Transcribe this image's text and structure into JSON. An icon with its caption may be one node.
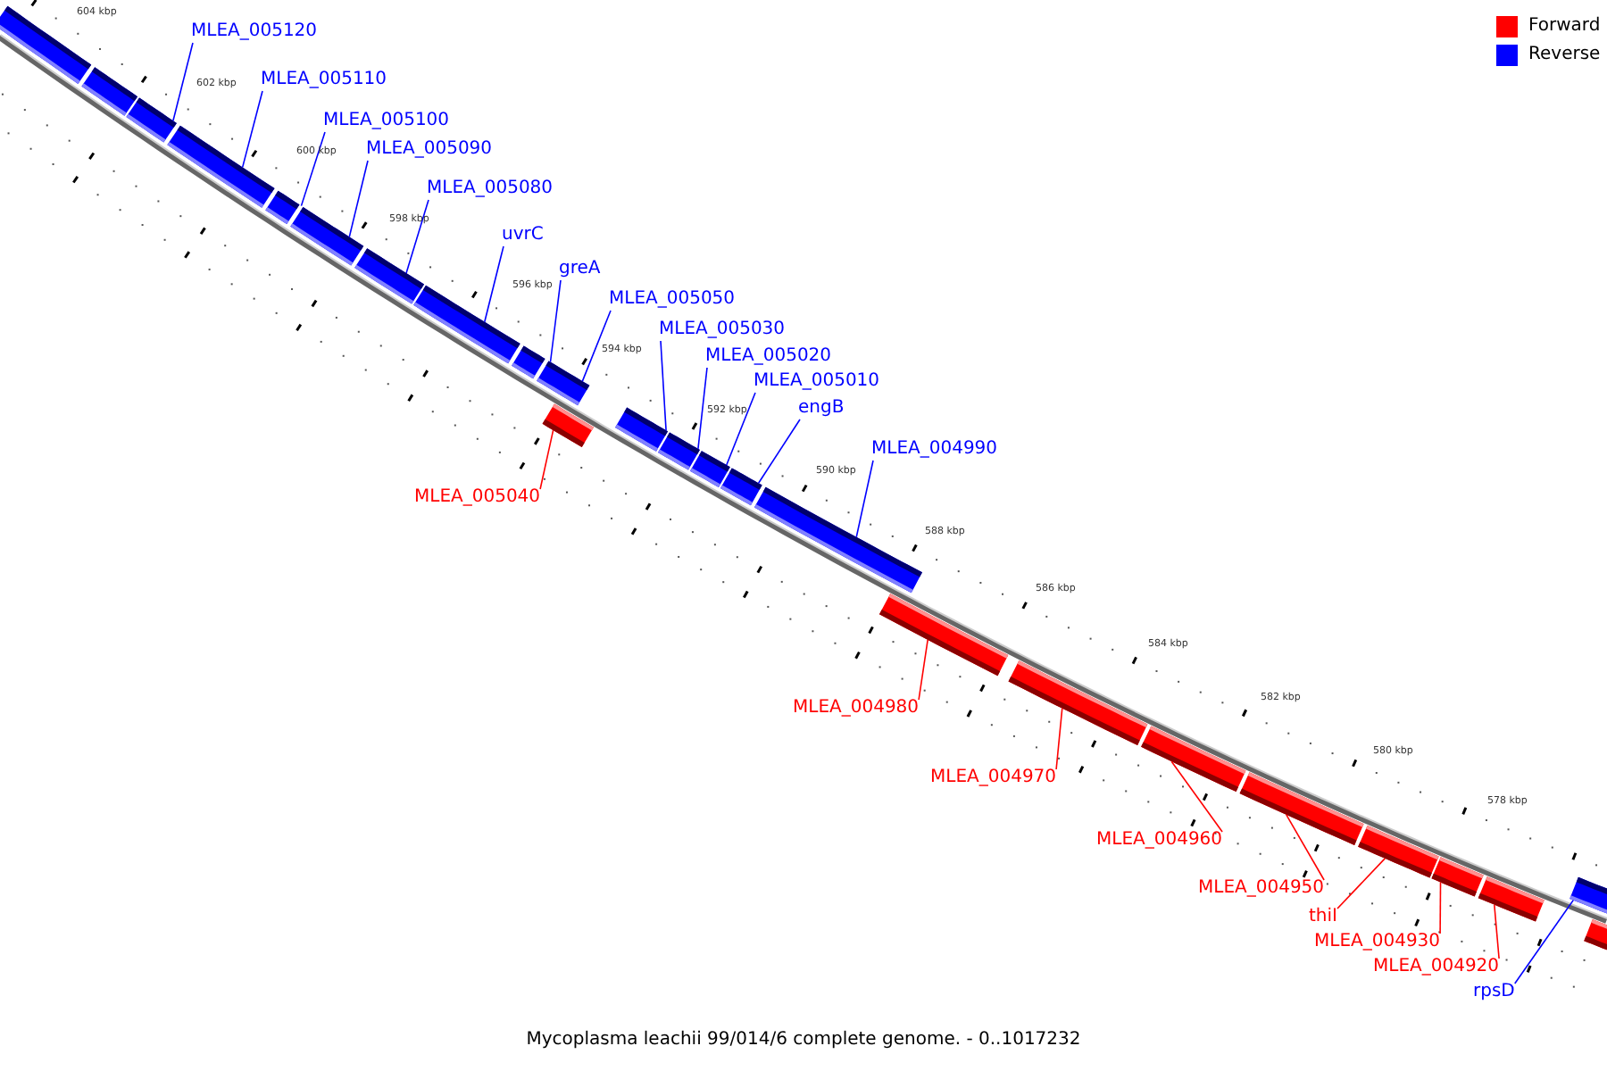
{
  "diagram": {
    "caption": "Mycoplasma leachii 99/014/6 complete genome. - 0..1017232",
    "nodes": [
      {
        "text": [],
        "shape": "bar"
      },
      {
        "text": [],
        "shape": "bar"
      },
      {
        "text": [],
        "shape": "bar"
      },
      {
        "text": [],
        "shape": "bar"
      },
      {
        "text": [],
        "shape": "bar"
      },
      {
        "text": [],
        "shape": "bar"
      },
      {
        "text": [],
        "shape": "bar"
      },
      {
        "text": [],
        "shape": "bar"
      },
      {
        "text": [],
        "shape": "bar"
      },
      {
        "text": [],
        "shape": "bar"
      },
      {
        "text": [],
        "shape": "bar"
      },
      {
        "text": [],
        "shape": "bar"
      },
      {
        "text": [],
        "shape": "bar"
      },
      {
        "text": [],
        "shape": "bar"
      },
      {
        "text": [],
        "shape": "bar"
      },
      {
        "text": [],
        "shape": "bar"
      },
      {
        "text": [],
        "shape": "bar"
      },
      {
        "text": [],
        "shape": "bar"
      },
      {
        "text": [],
        "shape": "bar"
      },
      {
        "text": [],
        "shape": "bar"
      },
      {
        "text": [],
        "shape": "bar"
      },
      {
        "text": [],
        "shape": "bar"
      },
      {
        "text": [],
        "shape": "bar"
      },
      {
        "text": [],
        "shape": "bar"
      },
      {
        "text": [],
        "shape": "bar"
      },
      {
        "text": [
          "MLEA_005120"
        ]
      },
      {
        "text": [
          "MLEA_005110"
        ]
      },
      {
        "text": [
          "MLEA_005100"
        ]
      },
      {
        "text": [
          "MLEA_005090"
        ]
      },
      {
        "text": [
          "MLEA_005080"
        ]
      },
      {
        "text": [
          "uvrC"
        ]
      },
      {
        "text": [
          "greA"
        ]
      },
      {
        "text": [
          "MLEA_005050"
        ]
      },
      {
        "text": [
          "MLEA_005030"
        ]
      },
      {
        "text": [
          "MLEA_005020"
        ]
      },
      {
        "text": [
          "MLEA_005010"
        ]
      },
      {
        "text": [
          "engB"
        ]
      },
      {
        "text": [
          "MLEA_004990"
        ]
      },
      {
        "text": [
          "MLEA_005040"
        ]
      },
      {
        "text": [
          "MLEA_004980"
        ]
      },
      {
        "text": [
          "MLEA_004970"
        ]
      },
      {
        "text": [
          "MLEA_004960"
        ]
      },
      {
        "text": [
          "MLEA_004950"
        ]
      },
      {
        "text": [
          "thiI"
        ]
      },
      {
        "text": [
          "MLEA_004930"
        ]
      },
      {
        "text": [
          "MLEA_004920"
        ]
      },
      {
        "text": [
          "rpsD"
        ]
      }
    ],
    "edges": [
      {
        "from": 25,
        "to": 2,
        "arrow": "none"
      },
      {
        "from": 26,
        "to": 3,
        "arrow": "none"
      },
      {
        "from": 27,
        "to": 4,
        "arrow": "none"
      },
      {
        "from": 28,
        "to": 5,
        "arrow": "none"
      },
      {
        "from": 29,
        "to": 6,
        "arrow": "none"
      },
      {
        "from": 30,
        "to": 7,
        "arrow": "none"
      },
      {
        "from": 31,
        "to": 8,
        "arrow": "none"
      },
      {
        "from": 32,
        "to": 9,
        "arrow": "none"
      },
      {
        "from": 33,
        "to": 10,
        "arrow": "none"
      },
      {
        "from": 34,
        "to": 11,
        "arrow": "none"
      },
      {
        "from": 35,
        "to": 12,
        "arrow": "none"
      },
      {
        "from": 36,
        "to": 13,
        "arrow": "none"
      },
      {
        "from": 37,
        "to": 14,
        "arrow": "none"
      },
      {
        "from": 38,
        "to": 16,
        "arrow": "none",
        "color": "#ff0000"
      },
      {
        "from": 39,
        "to": 17,
        "arrow": "none",
        "color": "#ff0000"
      },
      {
        "from": 40,
        "to": 18,
        "arrow": "none",
        "color": "#ff0000"
      },
      {
        "from": 41,
        "to": 19,
        "arrow": "none",
        "color": "#ff0000"
      },
      {
        "from": 42,
        "to": 20,
        "arrow": "none",
        "color": "#ff0000"
      },
      {
        "from": 43,
        "to": 21,
        "arrow": "none",
        "color": "#ff0000"
      },
      {
        "from": 44,
        "to": 22,
        "arrow": "none",
        "color": "#ff0000"
      },
      {
        "from": 45,
        "to": 23,
        "arrow": "none",
        "color": "#ff0000"
      },
      {
        "from": 46,
        "to": 15,
        "arrow": "none"
      }
    ],
    "labels": [
      "604 kbp",
      "602 kbp",
      "600 kbp",
      "598 kbp",
      "596 kbp",
      "594 kbp",
      "592 kbp",
      "590 kbp",
      "588 kbp",
      "586 kbp",
      "584 kbp",
      "582 kbp",
      "580 kbp",
      "578 kbp"
    ],
    "legend": [
      {
        "text": "Forward",
        "color": "#ff0000"
      },
      {
        "text": "Reverse",
        "color": "#0000ff"
      }
    ]
  }
}
